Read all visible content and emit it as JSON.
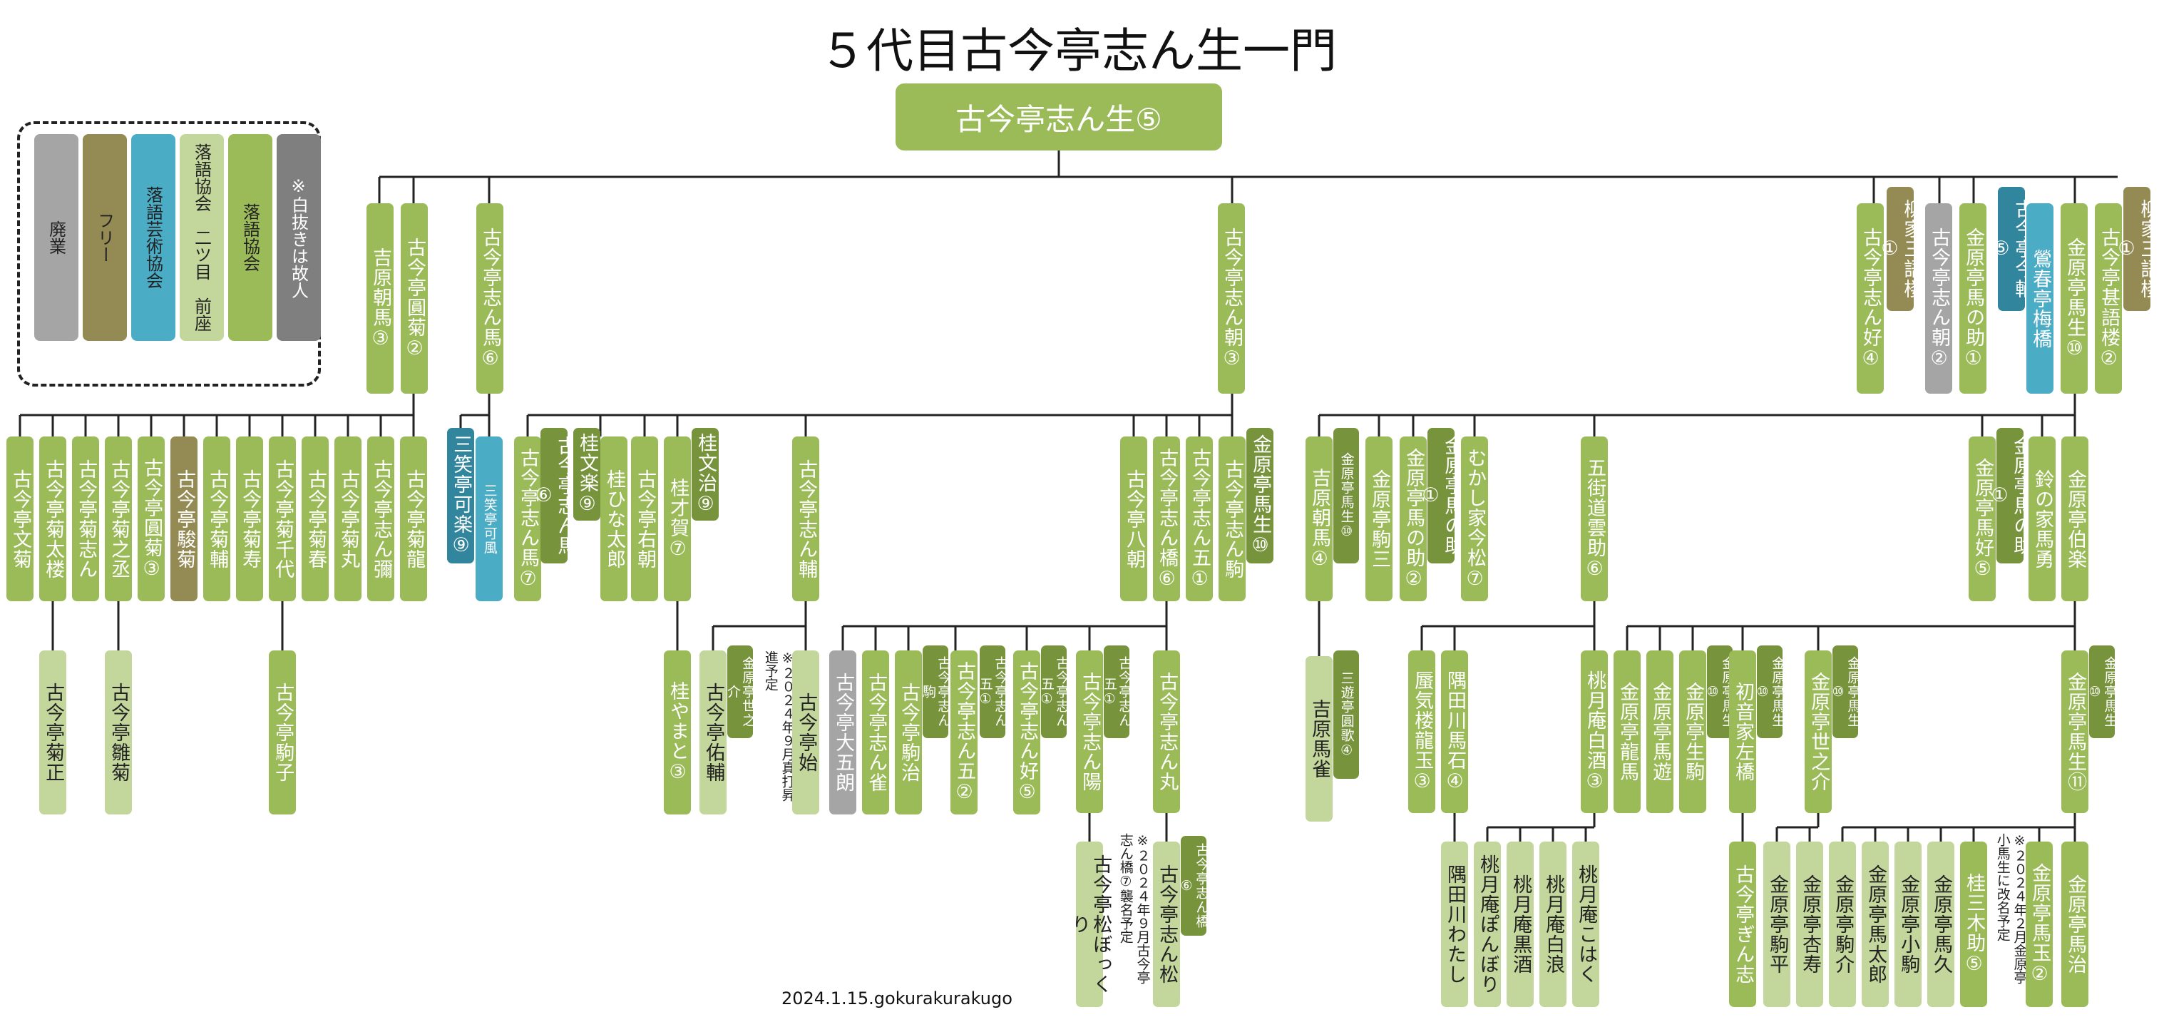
{
  "title": "５代目古今亭志ん生一門",
  "root": {
    "label": "古今亭志ん生⑤"
  },
  "credit": "2024.1.15.gokurakurakugo",
  "colors": {
    "haigyo": "#a5a5a5",
    "free": "#948a54",
    "geijutsu": "#4bacc6",
    "futatsume": "#c3d69b",
    "kyokai": "#9bbb59",
    "deceased": "#7f7f7f",
    "white_text": "#ffffff",
    "dark_text": "#222222",
    "darkgreen": "#77933c",
    "darkteal": "#31859c"
  },
  "legend": [
    {
      "label": "廃業",
      "color": "#a5a5a5"
    },
    {
      "label": "フリー",
      "color": "#948a54"
    },
    {
      "label": "落語芸術協会",
      "color": "#4bacc6"
    },
    {
      "label": "落語協会　二ツ目　前座",
      "color": "#c3d69b"
    },
    {
      "label": "落語協会",
      "color": "#9bbb59"
    },
    {
      "label": "※白抜きは故人",
      "color": "#7f7f7f"
    }
  ],
  "notes": {
    "shinsho": "※２０２４年９月真打昇進予定",
    "kyosho": "※２０２４年９月古今亭志ん橋⑦襲名予定",
    "kosuke": "※２０２４年２月金原亭小馬生に改名予定"
  },
  "nodes": {
    "yoshiwara3": "吉原朝馬③",
    "enkiku2": "古今亭圓菊②",
    "shinba6": "古今亭志ん馬⑥",
    "shincho3": "古今亭志ん朝③",
    "shinko4": "古今亭志ん好④",
    "sangoro1": "柳家三語楼①",
    "shincho2": "古今亭志ん朝②",
    "umanosuke1": "金原亭馬の助①",
    "imasuke5": "古今亭今輔⑤",
    "baikyo": "鶯春亭梅橋",
    "basho10": "金原亭馬生⑩",
    "jingoro2": "古今亭甚語楼②",
    "sangoro1b": "柳家三語楼①",
    "bunkiku": "古今亭文菊",
    "kikutarou": "古今亭菊太楼",
    "kikushin": "古今亭菊志ん",
    "kikunojo": "古今亭菊之丞",
    "enkiku3": "古今亭圓菊③",
    "shunkiku": "古今亭駿菊",
    "kikusuke": "古今亭菊輔",
    "kikuju": "古今亭菊寿",
    "kikuchiyo": "古今亭菊千代",
    "kikuharu": "古今亭菊春",
    "kikumaru": "古今亭菊丸",
    "shinya": "古今亭志ん彌",
    "kikuryu": "古今亭菊龍",
    "kikumasa": "古今亭菊正",
    "hinagiku": "古今亭雛菊",
    "komako": "古今亭駒子",
    "kaka9": "三笑亭可楽⑨",
    "kafu": "三笑亭可風",
    "shinba7": "古今亭志ん馬⑦",
    "bunraku9": "桂文楽⑨",
    "hinataro": "桂ひな太郎",
    "ucho": "古今亭右朝",
    "saiga7": "桂才賀⑦",
    "bunji9": "桂文治⑨",
    "shinsuke": "古今亭志ん輔",
    "yamato3": "桂やまと③",
    "yusuke": "古今亭佑輔",
    "yonosuke": "金原亭世之介",
    "shinsho": "古今亭始",
    "hachicho": "古今亭八朝",
    "shinkyo6": "古今亭志ん橋⑥",
    "shingo1": "古今亭志ん五①",
    "shinkoma": "古今亭志ん駒",
    "basho10b": "金原亭馬生⑩",
    "daigoro": "古今亭大五朗",
    "shinjaku": "古今亭志ん雀",
    "komaji": "古今亭駒治",
    "shinkoma2": "古今亭志ん駒",
    "shingo2": "古今亭志ん五②",
    "shingo1b": "古今亭志ん五①",
    "shinko5": "古今亭志ん好⑤",
    "shingo1c": "古今亭志ん五①",
    "shinyo": "古今亭志ん陽",
    "shingo1d": "古今亭志ん五①",
    "shinmaru": "古今亭志ん丸",
    "matsubokkuri": "古今亭松ぼっくり",
    "shinmatsu": "古今亭志ん松",
    "shinkyo6b": "古今亭志ん橋⑥",
    "choba4": "吉原朝馬④",
    "basho10c": "金原亭馬生⑩",
    "komazo": "金原亭駒三",
    "umanosuke2": "金原亭馬の助②",
    "umanosuke1b": "金原亭馬の助①",
    "komatsu7": "むかし家今松⑦",
    "kumosuke6": "五街道雲助⑥",
    "umanosuke1c": "金原亭馬の助①",
    "bako5": "金原亭馬好⑤",
    "bayu": "鈴の家馬勇",
    "hakuraku": "金原亭伯楽",
    "bajaku": "吉原馬雀",
    "enka4": "三遊亭圓歌④",
    "ryugyoku3": "蜃気楼龍玉③",
    "baseki4": "隅田川馬石④",
    "hakushu3": "桃月庵白酒③",
    "baryu": "金原亭龍馬",
    "bayu2": "金原亭馬遊",
    "baku": "金原亭生駒",
    "basho10d": "金原亭馬生⑩",
    "sakyo": "初音家左橋",
    "basho10e": "金原亭馬生⑩",
    "yonosuke2": "金原亭世之介",
    "basho10f": "金原亭馬生⑩",
    "basho11": "金原亭馬生⑪",
    "basho10g": "金原亭馬生⑩",
    "watashi": "隅田川わたし",
    "ponbori": "桃月庵ぽんぼり",
    "kokushu": "桃月庵黒酒",
    "hakuro": "桃月庵白浪",
    "kohaku": "桃月庵こはく",
    "ginshi": "古今亭ぎん志",
    "komahira": "金原亭駒平",
    "anzu": "金原亭杏寿",
    "umanosuke": "金原亭駒介",
    "batarou": "金原亭馬太郎",
    "kokoma": "金原亭小駒",
    "bakyu": "金原亭馬久",
    "sanmoku5": "桂三木助⑤",
    "bagyoku2": "金原亭馬玉②",
    "baji": "金原亭馬治"
  }
}
